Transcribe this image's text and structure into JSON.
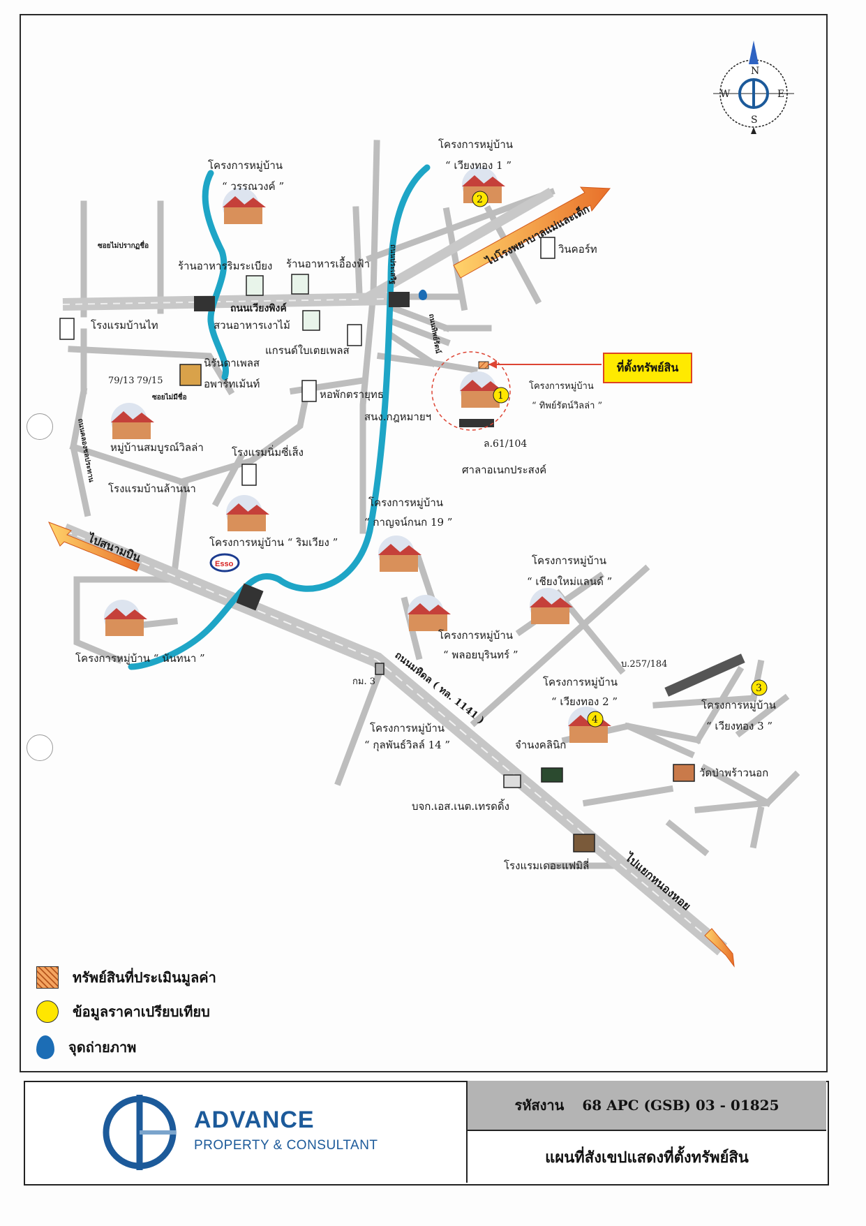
{
  "compass": {
    "n": "N",
    "s": "S",
    "e": "E",
    "w": "W"
  },
  "property_tag": "ที่ตั้งทรัพย์สิน",
  "places": {
    "v_warnawong": [
      "โครงการหมู่บ้าน",
      "“ วรรณวงค์ ”"
    ],
    "v_wiangthong1": [
      "โครงการหมู่บ้าน",
      "“ เวียงทอง 1 ”"
    ],
    "v_thipratvilla": [
      "โครงการหมู่บ้าน",
      "“ ทิพย์รัตน์วิลล่า ”"
    ],
    "v_kanchanakanok": [
      "โครงการหมู่บ้าน",
      "“ กาญจน์กนก 19 ”"
    ],
    "v_rimwiang": [
      "โครงการหมู่บ้าน “ ริมเวียง ”"
    ],
    "v_chiangmailand": [
      "โครงการหมู่บ้าน",
      "“ เชียงใหม่แลนด์ ”"
    ],
    "v_ploypurin": [
      "โครงการหมู่บ้าน",
      "“ พลอยบุรินทร์ ”"
    ],
    "v_nanthana": [
      "โครงการหมู่บ้าน “ นันทนา ”"
    ],
    "v_wiangthong2": [
      "โครงการหมู่บ้าน",
      "“ เวียงทอง 2 ”"
    ],
    "v_wiangthong3": [
      "โครงการหมู่บ้าน",
      "“ เวียงทอง 3 ”"
    ],
    "v_kulphanvill": [
      "โครงการหมู่บ้าน",
      "“ กุลพันธ์วิลล์ 14 ”"
    ],
    "v_sombunvilla": "หมู่บ้านสมบูรณ์วิลล่า",
    "rest_rimpiang": "ร้านอาหารริมระเบียง",
    "rest_ueangfa": "ร้านอาหารเอื้องฟ้า",
    "rest_ngaomai": "สวนอาหารเงาไม้",
    "hotel_bantai": "โรงแรมบ้านไท",
    "hotel_lanna": "โรงแรมบ้านล้านนา",
    "hotel_nimsiseng": "โรงแรมนิ่มซี่เส็ง",
    "hotel_family": "โรงแรมเดอะแฟมิลี่",
    "nirun": [
      "นิรันดาเพลส",
      "อพาร์ทเม้นท์"
    ],
    "grand_bayi": "แกรนด์ใบเตยเพลส",
    "dorm_rayut": "หอพักตรายุทธ",
    "wincourt": "วินคอร์ท",
    "law_office": "สนง.กฎหมายฯ",
    "house_6104": "ล.61/104",
    "salanek": "ศาลาอเนกประสงค์",
    "jamnong": "จำนงคลินิก",
    "company": "บจก.เอส.เนต.เทรดดิ้ง",
    "wat": "วัดป่าพร้าวนอก",
    "km3": "กม. 3",
    "plot_257": "บ.257/184",
    "no_79_13": "79/13",
    "no_79_15": "79/15"
  },
  "roads": {
    "wiangping": "ถนนเวียงพิงค์",
    "superhighway": "ถนนมหิดล ( ทล. 1141 )",
    "to_airport": "ไปสนามบิน",
    "to_hospital": "ไปโรงพยาบาลแม่และเด็ก",
    "to_nonghoi": "ไปแยกหนองหอย",
    "soi_noname": "ซอยไม่ปรากฏชื่อ",
    "soi_noname2": "ซอยไม่มีชื่อ",
    "road_klong": "ถนนคลองชลประทาน",
    "road_prasert": "ถนนประเสริฐ",
    "road_soi": "ถนนทิพย์รัตน์"
  },
  "markers": [
    "1",
    "2",
    "3",
    "4"
  ],
  "legend": [
    {
      "icon": "orange-hatched-square",
      "label": "ทรัพย์สินที่ประเมินมูลค่า"
    },
    {
      "icon": "yellow-circle",
      "label": "ข้อมูลราคาเปรียบเทียบ"
    },
    {
      "icon": "blue-drop",
      "label": "จุดถ่ายภาพ"
    }
  ],
  "footer": {
    "brand": "ADVANCE",
    "brand_sub": "PROPERTY & CONSULTANT",
    "code_label": "รหัสงาน",
    "code_value": "68 APC (GSB) 03 - 01825",
    "title": "แผนที่สังเขปแสดงที่ตั้งทรัพย์สิน"
  },
  "colors": {
    "canal": "#1ea5c6",
    "road": "#bdbdbd",
    "highway": "#c9c9c9",
    "arrow": "#f2a12a",
    "marker": "#ffe600",
    "property": "#e8863a",
    "brand": "#1c5a9a",
    "road_label": "#1f3fa8"
  }
}
